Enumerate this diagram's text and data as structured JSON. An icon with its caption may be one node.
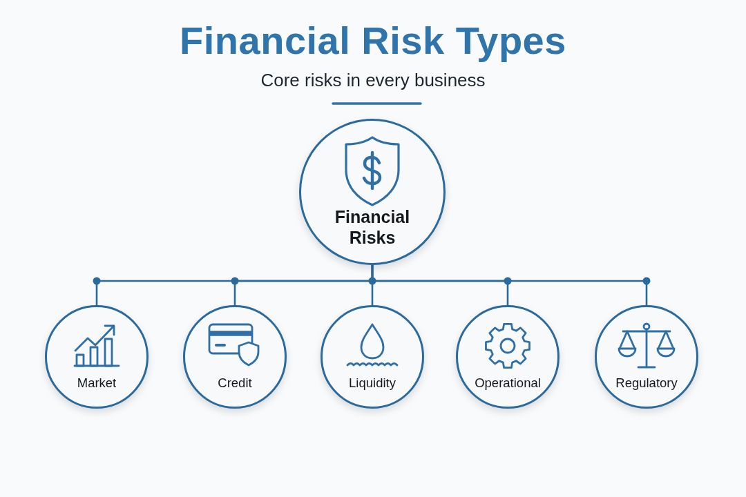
{
  "diagram": {
    "title": "Financial Risk Types",
    "nodes": [
      {
        "text": [
          "Financial Risks"
        ]
      },
      {
        "text": [
          "Market"
        ]
      },
      {
        "text": [
          "Credit"
        ]
      },
      {
        "text": [
          "Liquidity"
        ]
      },
      {
        "text": [
          "Operational"
        ]
      },
      {
        "text": [
          "Regulatory"
        ]
      }
    ],
    "edges": [
      {
        "from": 0,
        "to": 1,
        "arrow": "none"
      },
      {
        "from": 0,
        "to": 2,
        "arrow": "none"
      },
      {
        "from": 0,
        "to": 3,
        "arrow": "none"
      },
      {
        "from": 0,
        "to": 4,
        "arrow": "none"
      },
      {
        "from": 0,
        "to": 5,
        "arrow": "none"
      }
    ],
    "labels": [
      "Core risks in every business"
    ]
  }
}
